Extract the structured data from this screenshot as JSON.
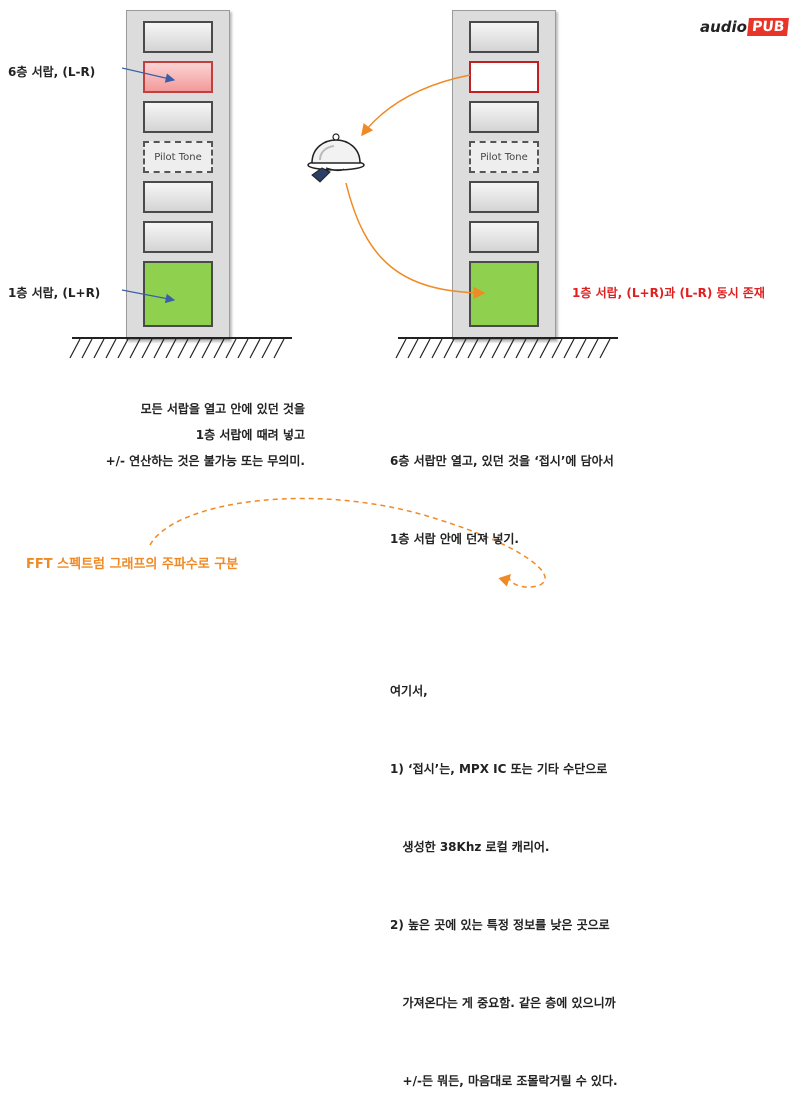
{
  "logo": {
    "text_a": "audio",
    "text_b": "PUB"
  },
  "left": {
    "label_6": "6층 서랍, (L-R)",
    "label_1": "1층 서랍, (L+R)",
    "pilot": "Pilot Tone",
    "caption": [
      "모든 서랍을 열고 안에 있던 것을",
      "1층 서랍에 때려 넣고",
      "+/- 연산하는 것은 불가능 또는 무의미."
    ]
  },
  "right": {
    "pilot": "Pilot Tone",
    "label_1": "1층 서랍, (L+R)과 (L-R) 동시 존재",
    "caption": [
      "6층 서랍만 열고, 있던 것을 ‘접시’에 담아서",
      "1층 서랍 안에 던져 넣기.",
      "",
      "여기서,",
      "1) ‘접시’는, MPX IC 또는 기타 수단으로",
      "   생성한 38Khz 로컬 캐리어.",
      "2) 높은 곳에 있는 특정 정보를 낮은 곳으로",
      "   가져온다는 게 중요함. 같은 층에 있으니까",
      "   +/-든 뭐든, 마음대로 조몰락거릴 수 있다."
    ]
  },
  "fft_note": "FFT 스펙트럼 그래프의 주파수로 구분",
  "colors": {
    "accent_orange": "#f08a24",
    "accent_red": "#e02020",
    "green": "#8fd14f",
    "pink": "#f39a9a"
  }
}
